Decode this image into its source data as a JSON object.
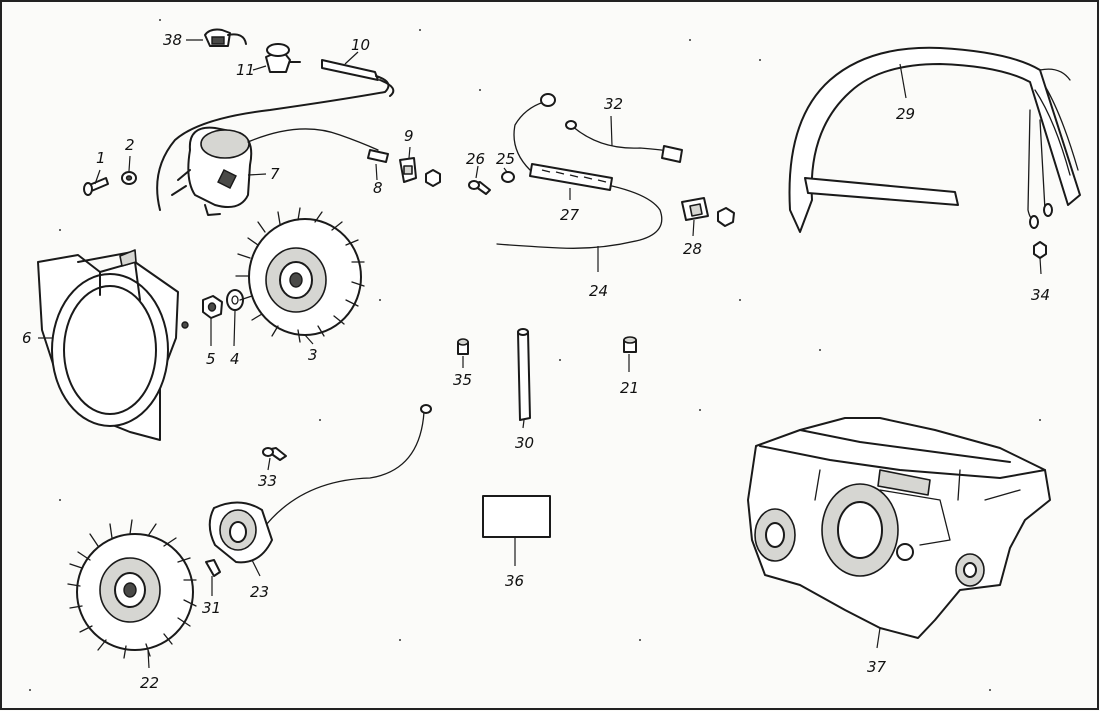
{
  "callouts": [
    {
      "id": "c1",
      "label": "1"
    },
    {
      "id": "c2",
      "label": "2"
    },
    {
      "id": "c3",
      "label": "3"
    },
    {
      "id": "c4",
      "label": "4"
    },
    {
      "id": "c5",
      "label": "5"
    },
    {
      "id": "c6",
      "label": "6"
    },
    {
      "id": "c7",
      "label": "7"
    },
    {
      "id": "c8",
      "label": "8"
    },
    {
      "id": "c9",
      "label": "9"
    },
    {
      "id": "c10",
      "label": "10"
    },
    {
      "id": "c11",
      "label": "11"
    },
    {
      "id": "c21",
      "label": "21"
    },
    {
      "id": "c22",
      "label": "22"
    },
    {
      "id": "c23",
      "label": "23"
    },
    {
      "id": "c24",
      "label": "24"
    },
    {
      "id": "c25",
      "label": "25"
    },
    {
      "id": "c26",
      "label": "26"
    },
    {
      "id": "c27",
      "label": "27"
    },
    {
      "id": "c28",
      "label": "28"
    },
    {
      "id": "c29",
      "label": "29"
    },
    {
      "id": "c30",
      "label": "30"
    },
    {
      "id": "c31",
      "label": "31"
    },
    {
      "id": "c32",
      "label": "32"
    },
    {
      "id": "c33",
      "label": "33"
    },
    {
      "id": "c34",
      "label": "34"
    },
    {
      "id": "c35",
      "label": "35"
    },
    {
      "id": "c36",
      "label": "36"
    },
    {
      "id": "c37",
      "label": "37"
    },
    {
      "id": "c38",
      "label": "38"
    }
  ]
}
